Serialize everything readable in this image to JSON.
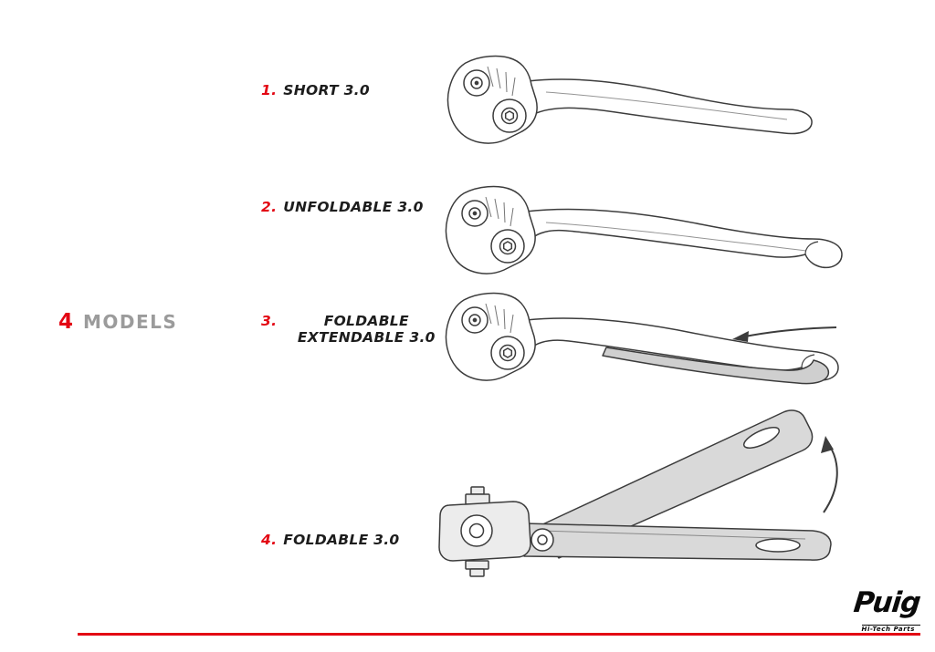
{
  "heading": {
    "count": "4",
    "word": "MODELS"
  },
  "models": [
    {
      "number": "1.",
      "label": "SHORT 3.0"
    },
    {
      "number": "2.",
      "label": "UNFOLDABLE 3.0"
    },
    {
      "number": "3.",
      "label": "FOLDABLE EXTENDABLE 3.0"
    },
    {
      "number": "4.",
      "label": "FOLDABLE 3.0"
    }
  ],
  "illustrations": [
    {
      "name": "short-3.0-lever-drawing"
    },
    {
      "name": "unfoldable-3.0-lever-drawing"
    },
    {
      "name": "foldable-extendable-3.0-lever-drawing",
      "annotation": "arrow-pointing-left"
    },
    {
      "name": "foldable-3.0-lever-folded-drawing",
      "annotation": "curved-arrow-pointing-up"
    }
  ],
  "footer": {
    "brand": "Puig",
    "tagline": "Hi-Tech Parts"
  },
  "colors": {
    "accent": "#e30613",
    "muted": "#9b9b9b",
    "ink": "#3c3c3c",
    "shade": "#d9d9d9",
    "background": "#ffffff"
  }
}
